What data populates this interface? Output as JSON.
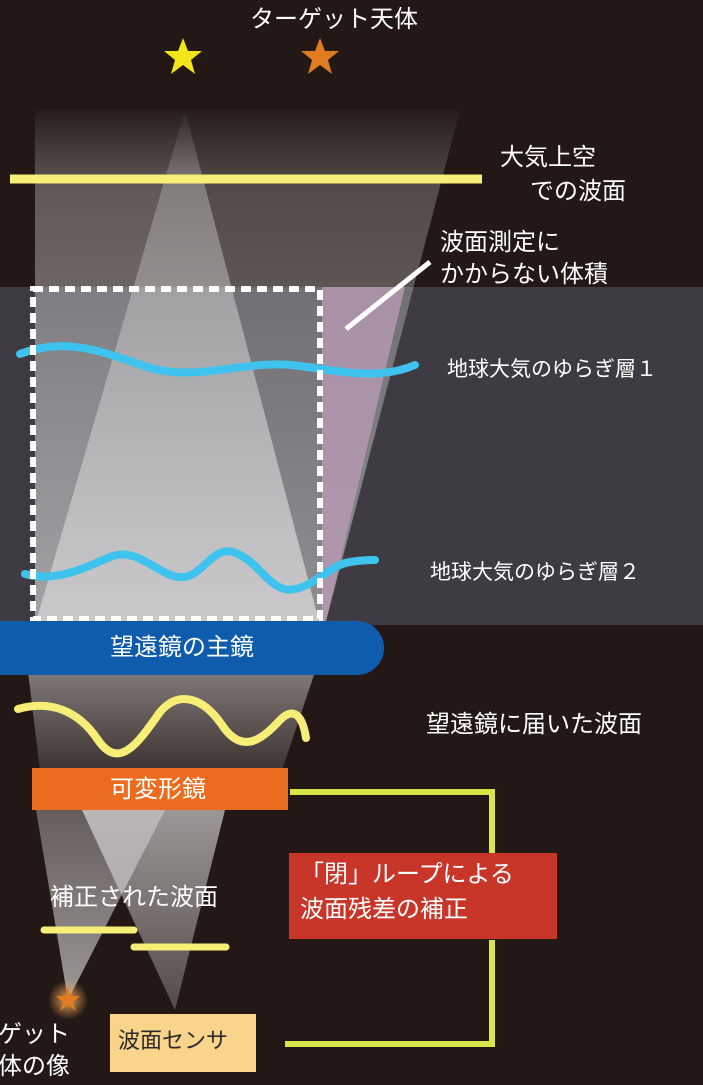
{
  "labels": {
    "target_objects": "ターゲット天体",
    "upper_atmosphere_wavefront": [
      "大気上空",
      "での波面"
    ],
    "unmeasured_volume": [
      "波面測定に",
      "かからない体積"
    ],
    "turbulence_layer_1": "地球大気のゆらぎ層１",
    "turbulence_layer_2": "地球大気のゆらぎ層２",
    "primary_mirror": "望遠鏡の主鏡",
    "wavefront_at_telescope": "望遠鏡に届いた波面",
    "deformable_mirror": "可変形鏡",
    "corrected_wavefront": "補正された波面",
    "closed_loop": [
      "「閉」ループによる",
      "波面残差の補正"
    ],
    "target_image": [
      "ゲット",
      "体の像"
    ],
    "wavefront_sensor": "波面センサ"
  },
  "colors": {
    "background": "#231815",
    "atmosphere_band": "#3e3c42",
    "star_yellow": "#f2e51c",
    "star_orange": "#e07b20",
    "wavefront_yellow": "#f7ee78",
    "turbulence_cyan": "#3ec3ee",
    "primary_mirror": "#0f5cac",
    "deformable_mirror": "#eb6c1e",
    "loop_box": "#c8362a",
    "loop_line": "#d8e64a",
    "sensor_box": "#fbd48c",
    "unmeasured_volume": "#b89bb5"
  },
  "icons": [
    "star-yellow-icon",
    "star-orange-icon",
    "star-orange-image-icon"
  ]
}
